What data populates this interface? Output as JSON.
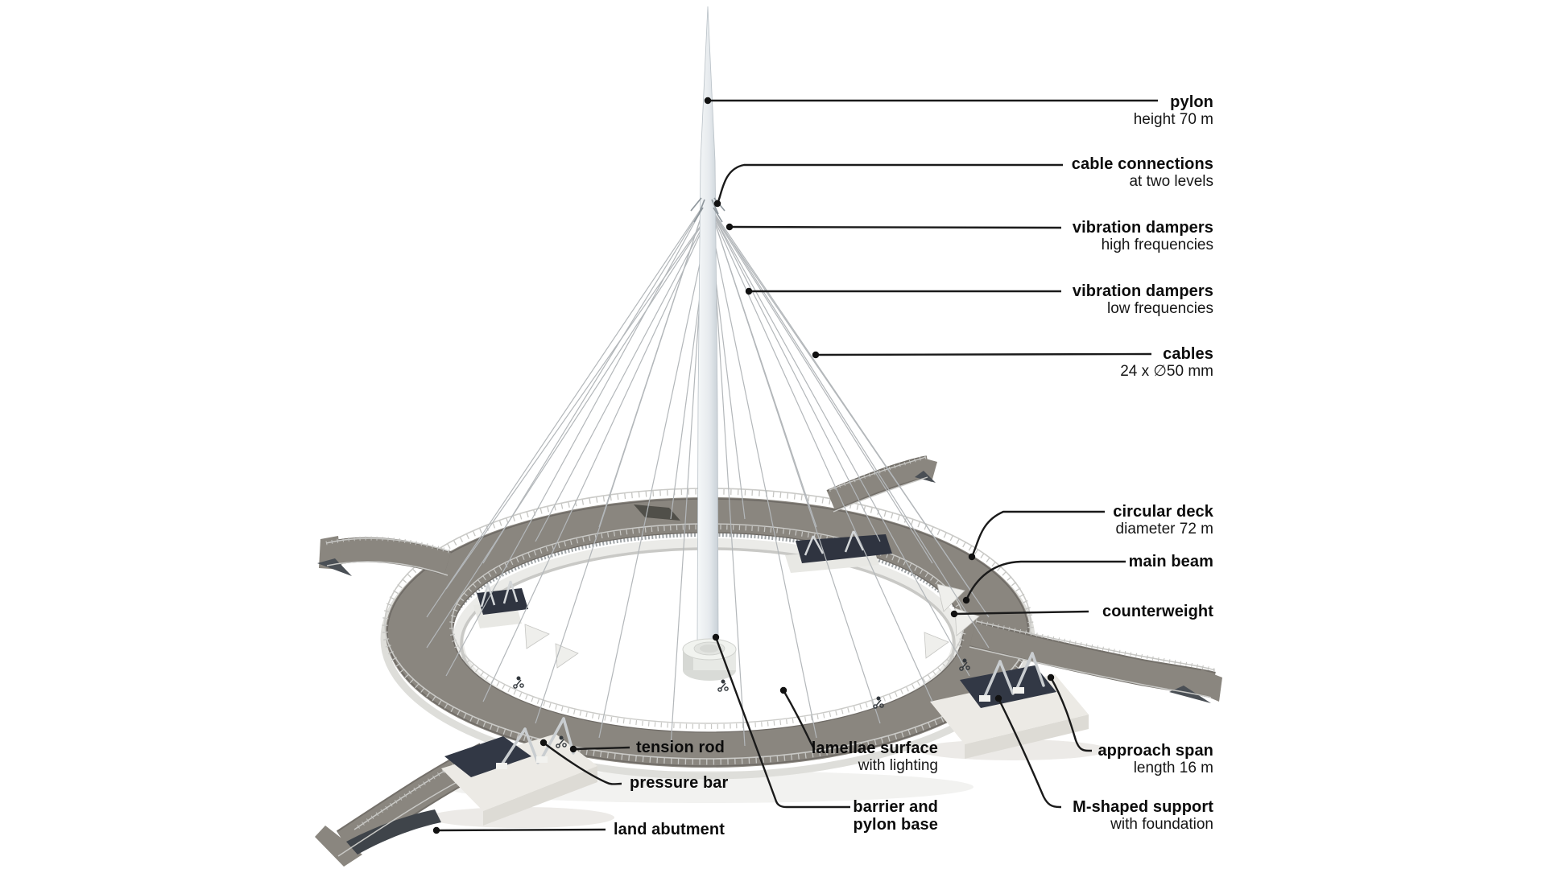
{
  "figure": {
    "kind": "annotated technical illustration",
    "subject": "circular cable-stayed cycle bridge roundabout with central pylon"
  },
  "colors": {
    "background": "#ffffff",
    "deck": "#8a867f",
    "deck_rim": "#6f6b66",
    "structure_white": "#efefec",
    "dark_slab": "#2f3440",
    "cable": "#b3b7ba",
    "pylon_light": "#f5f7f8",
    "pylon_shade": "#ccd3d8",
    "leader_line": "#1a1a1a"
  },
  "labels": [
    {
      "id": "pylon",
      "title": "pylon",
      "subtitle": "height 70 m"
    },
    {
      "id": "cable-connections",
      "title": "cable connections",
      "subtitle": "at two levels"
    },
    {
      "id": "vibration-dampers-high",
      "title": "vibration dampers",
      "subtitle": "high frequencies"
    },
    {
      "id": "vibration-dampers-low",
      "title": "vibration dampers",
      "subtitle": "low frequencies"
    },
    {
      "id": "cables",
      "title": "cables",
      "subtitle": "24 x ∅50 mm"
    },
    {
      "id": "circular-deck",
      "title": "circular deck",
      "subtitle": "diameter 72 m"
    },
    {
      "id": "main-beam",
      "title": "main beam"
    },
    {
      "id": "counterweight",
      "title": "counterweight"
    },
    {
      "id": "approach-span",
      "title": "approach span",
      "subtitle": "length 16 m"
    },
    {
      "id": "m-shaped-support",
      "title": "M-shaped support",
      "subtitle": "with foundation"
    },
    {
      "id": "tension-rod",
      "title": "tension rod"
    },
    {
      "id": "pressure-bar",
      "title": "pressure bar"
    },
    {
      "id": "land-abutment",
      "title": "land abutment"
    },
    {
      "id": "lamellae-surface",
      "title": "lamellae surface",
      "subtitle": "with lighting"
    },
    {
      "id": "barrier-and-pylon-base",
      "title": "barrier and",
      "title2": "pylon base"
    }
  ]
}
